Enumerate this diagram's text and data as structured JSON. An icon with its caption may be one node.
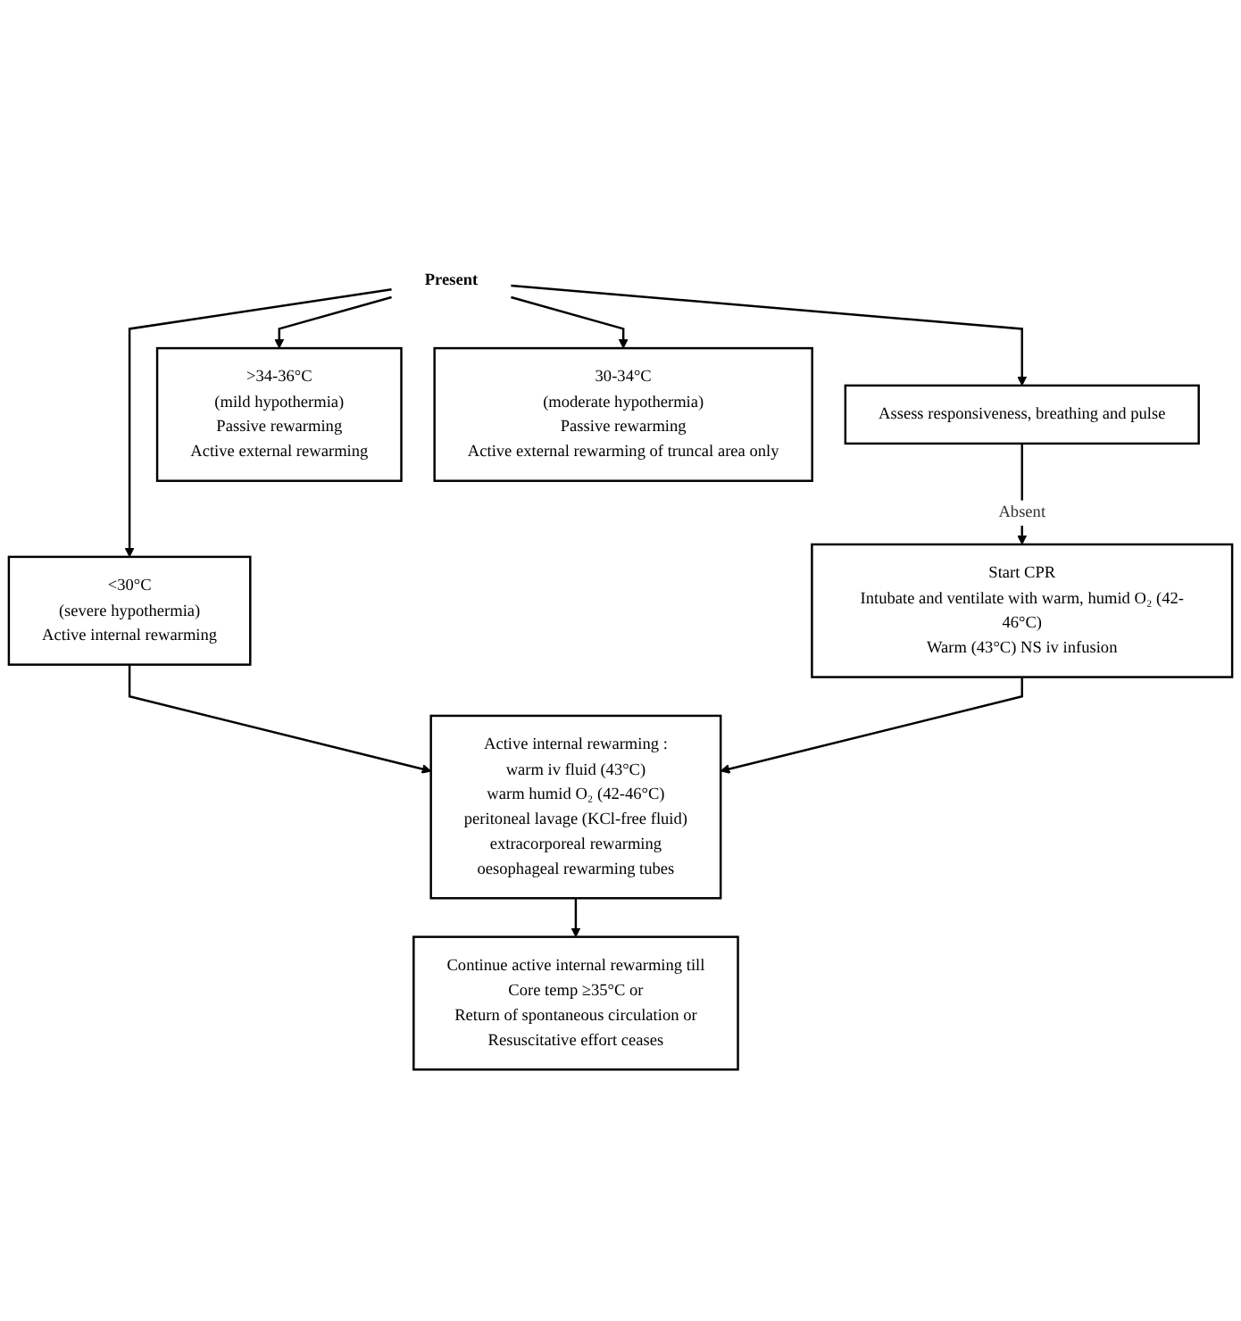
{
  "diagram": {
    "nodes": [
      {
        "text": [
          "Assess responsiveness, breathing and pulse"
        ]
      },
      {
        "text": [
          "Present"
        ]
      },
      {
        "text": [
          ">34-36°C",
          "(mild hypothermia)",
          "Passive rewarming",
          "Active external rewarming"
        ]
      },
      {
        "text": [
          "Start CPR",
          "Intubate and ventilate with warm, humid O₂ (42-46°C)",
          "Warm (43°C) NS iv infusion"
        ]
      },
      {
        "text": [
          "30-34°C",
          "(moderate hypothermia)",
          "Passive rewarming",
          "Active external rewarming of truncal area only"
        ]
      },
      {
        "text": [
          "<30°C",
          "(severe hypothermia)",
          "Active internal rewarming"
        ]
      },
      {
        "text": [
          "Active internal rewarming :",
          "warm iv fluid (43°C)",
          "warm humid O₂ (42-46°C)",
          "peritoneal lavage (KCl-free fluid)",
          "extracorporeal rewarming",
          "oesophageal rewarming tubes"
        ]
      },
      {
        "text": [
          "Continue active internal rewarming till",
          "Core temp ≥35°C or",
          "Return of spontaneous circulation or",
          "Resuscitative effort ceases"
        ]
      }
    ],
    "edges": [
      {
        "from": 1,
        "to": 0,
        "arrow": "to"
      },
      {
        "from": 1,
        "to": 2,
        "arrow": "to"
      },
      {
        "from": 1,
        "to": 4,
        "arrow": "to"
      },
      {
        "from": 1,
        "to": 5,
        "arrow": "to"
      },
      {
        "from": 0,
        "to": 3,
        "arrow": "to",
        "label": "Absent"
      },
      {
        "from": 5,
        "to": 6,
        "arrow": "to"
      },
      {
        "from": 3,
        "to": 6,
        "arrow": "to"
      },
      {
        "from": 6,
        "to": 7,
        "arrow": "to"
      }
    ]
  }
}
